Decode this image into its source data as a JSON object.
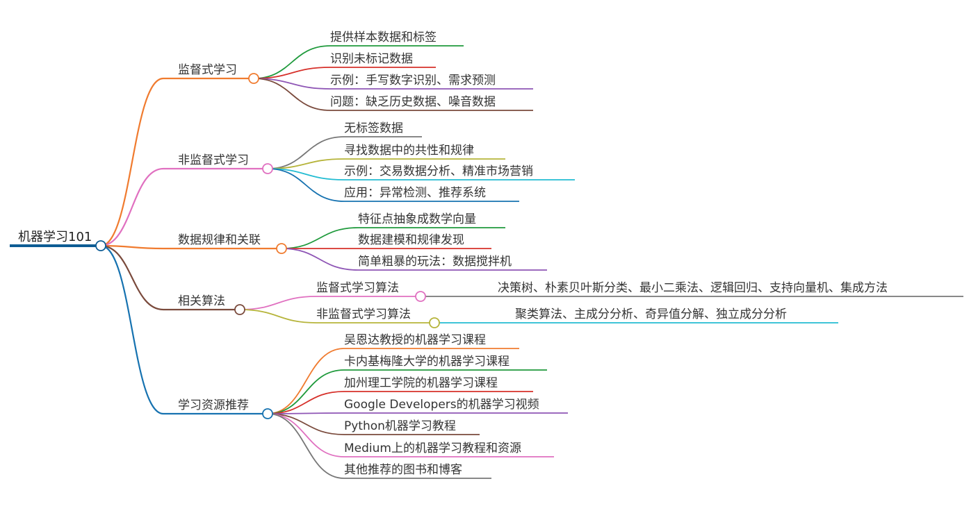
{
  "root": {
    "label": "机器学习101",
    "color": "#0d5c94"
  },
  "branches": [
    {
      "label": "监督式学习",
      "color": "#f07b2f",
      "children": [
        {
          "label": "提供样本数据和标签",
          "color": "#1f9a3c"
        },
        {
          "label": "识别未标记数据",
          "color": "#d6302a"
        },
        {
          "label": "示例：手写数字识别、需求预测",
          "color": "#8e55b5"
        },
        {
          "label": "问题：缺乏历史数据、噪音数据",
          "color": "#7a4a3c"
        }
      ]
    },
    {
      "label": "非监督式学习",
      "color": "#e070c0",
      "children": [
        {
          "label": "无标签数据",
          "color": "#777777"
        },
        {
          "label": "寻找数据中的共性和规律",
          "color": "#b6b43a"
        },
        {
          "label": "示例：交易数据分析、精准市场营销",
          "color": "#22bcd2"
        },
        {
          "label": "应用：异常检测、推荐系统",
          "color": "#1672b0"
        }
      ]
    },
    {
      "label": "数据规律和关联",
      "color": "#f07b2f",
      "children": [
        {
          "label": "特征点抽象成数学向量",
          "color": "#1f9a3c"
        },
        {
          "label": "数据建模和规律发现",
          "color": "#d6302a"
        },
        {
          "label": "简单粗暴的玩法：数据搅拌机",
          "color": "#8e55b5"
        }
      ]
    },
    {
      "label": "相关算法",
      "color": "#7a4a3c",
      "children": [
        {
          "label": "监督式学习算法",
          "color": "#e070c0",
          "children": [
            {
              "label": "决策树、朴素贝叶斯分类、最小二乘法、逻辑回归、支持向量机、集成方法",
              "color": "#777777"
            }
          ]
        },
        {
          "label": "非监督式学习算法",
          "color": "#b6b43a",
          "children": [
            {
              "label": "聚类算法、主成分分析、奇异值分解、独立成分分析",
              "color": "#22bcd2"
            }
          ]
        }
      ]
    },
    {
      "label": "学习资源推荐",
      "color": "#1672b0",
      "children": [
        {
          "label": "吴恩达教授的机器学习课程",
          "color": "#f07b2f"
        },
        {
          "label": "卡内基梅隆大学的机器学习课程",
          "color": "#1f9a3c"
        },
        {
          "label": "加州理工学院的机器学习课程",
          "color": "#d6302a"
        },
        {
          "label": "Google Developers的机器学习视频",
          "color": "#8e55b5"
        },
        {
          "label": "Python机器学习教程",
          "color": "#7a4a3c"
        },
        {
          "label": "Medium上的机器学习教程和资源",
          "color": "#e070c0"
        },
        {
          "label": "其他推荐的图书和博客",
          "color": "#777777"
        }
      ]
    }
  ]
}
